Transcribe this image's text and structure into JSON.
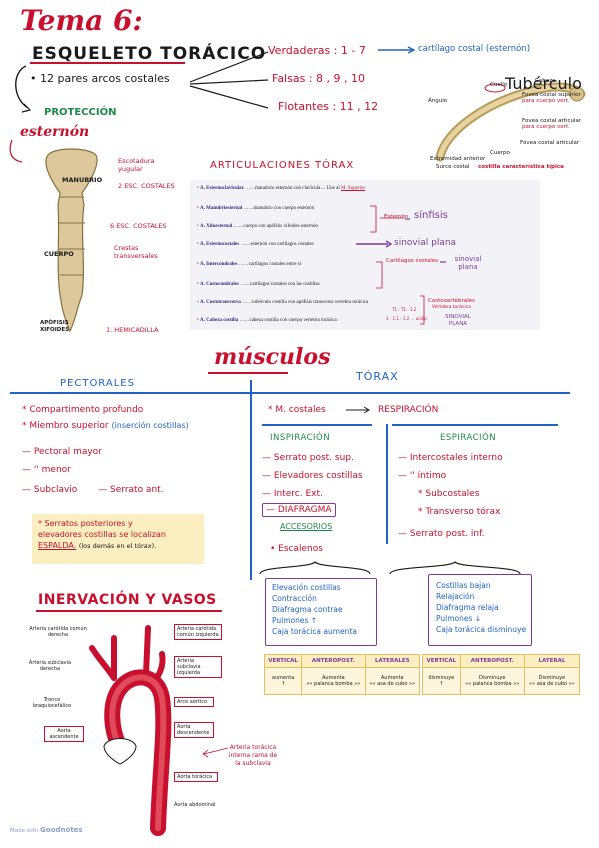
{
  "header": {
    "tema": "Tema 6:",
    "title": "ESQUELETO TORÁCICO",
    "subtitle": "• 12 pares arcos costales",
    "ribs": [
      {
        "label": "Verdaderas : 1 - 7",
        "extra": "cartílago costal (esternón)"
      },
      {
        "label": "Falsas : 8 , 9 , 10",
        "extra": ""
      },
      {
        "label": "Flotantes : 11 , 12",
        "extra": ""
      }
    ],
    "protection": "PROTECCIÓN"
  },
  "rib_figure": {
    "labels": [
      "Tubérculo",
      "Fovea costal superior",
      "para cuerpo vert.",
      "Fovea costal articular",
      "para cuerpo vert.",
      "Ángulo",
      "Cuello",
      "Cabeza",
      "Fovea costal articular",
      "Surco costal",
      "Extremidad anterior",
      "Cuerpo"
    ],
    "caption": "costilla característica típica"
  },
  "sternum": {
    "title": "esternón",
    "labels": {
      "manubrio": "MANUBRIO",
      "escotadura": "Escotadura yugular",
      "esc_costales_2": "2 ESC. COSTALES",
      "esc_costales_6": "6 ESC. COSTALES",
      "crestas": "Crestas transversales",
      "cuerpo": "CUERPO",
      "apofisis": "APÓFISIS XIFOIDES",
      "hemicadilla": "1. HEMICADILLA"
    }
  },
  "articulaciones": {
    "title": "ARTICULACIONES TÓRAX",
    "rows": [
      {
        "name": "A. Esternoclavicular",
        "desc": "……manubrio esternón con clavícula… Une al",
        "note": "M. Superior"
      },
      {
        "name": "A. Manubriesternal",
        "desc": "……manubrio con cuerpo esternón",
        "note": ""
      },
      {
        "name": "A. Xifoesternal",
        "desc": "……cuerpo con apófisis xifoides esternón",
        "note": ""
      },
      {
        "name": "A. Esternocostales",
        "desc": "……esternón con cartílagos costales",
        "note": ""
      },
      {
        "name": "A. Intercondrales",
        "desc": "……cartílagos costales entre sí",
        "note": ""
      },
      {
        "name": "A. Costocondrales",
        "desc": "……cartílagos costales con las costillas",
        "note": ""
      },
      {
        "name": "A. Costotransversa",
        "desc": "……tubérculo costilla con apófisis transversa vertebra torácica",
        "note": ""
      },
      {
        "name": "A. Cabeza costilla",
        "desc": "……cabeza costilla con cuerpo vertebra torácica",
        "note": ""
      }
    ],
    "groups": {
      "esternon": "Esternón",
      "sinfisis": "sínfisis",
      "sinovial_plana": "sinovial plana",
      "cartilagos": "Cartílagos costales",
      "sinovial_plana2": "sinovial plana",
      "costovertebrales": "Costovertebrales",
      "vertebra": "Vértebra torácica",
      "t": "T1 - T1 - 1.2",
      "t2": "1 - 1.1 - 1.2 ... unión",
      "sinovial_plana3": "SINOVIAL PLANA"
    }
  },
  "musculos": {
    "title": "músculos",
    "pectorales": {
      "title": "PECTORALES",
      "items": [
        "* Compartimento profundo",
        "* Miembro superior",
        "(inserción costillas)",
        "— Pectoral mayor",
        "—      ''      menor",
        "— Subclavio",
        "— Serrato ant."
      ]
    },
    "note": {
      "line1": "* Serratos posteriores y",
      "line2": "elevadores costillas se localizan",
      "line3": "ESPALDA.",
      "line4": "(los demás en el tórax)."
    },
    "torax": {
      "title": "TÓRAX",
      "costales": "* M. costales",
      "respiracion": "RESPIRACIÓN",
      "inspiracion": {
        "title": "INSPIRACIÓN",
        "items": [
          "— Serrato post. sup.",
          "— Elevadores costillas",
          "— Interc. Ext.",
          "— DIAFRAGMA"
        ],
        "accesorios": "ACCESORIOS",
        "acc_items": [
          "• Escalenos"
        ]
      },
      "espiracion": {
        "title": "ESPIRACIÓN",
        "items": [
          "— Intercostales interno",
          "—      ''      íntimo",
          "* Subcostales",
          "* Transverso tórax",
          "— Serrato post. inf."
        ]
      },
      "insp_box": [
        "Elevación costillas",
        "Contracción",
        "Diafragma contrae",
        "Pulmones ↑",
        "Caja torácica aumenta"
      ],
      "esp_box": [
        "Costillas bajan",
        "Relajación",
        "Diafragma relaja",
        "Pulmones ↓",
        "Caja torácica disminuye"
      ],
      "insp_table": {
        "head": [
          "VERTICAL",
          "ANTEROPOST.",
          "LATERALES"
        ],
        "body": [
          "aumenta",
          "Aumenta",
          "Aumenta"
        ],
        "body2": [
          "",
          "«« palanca bomba »»",
          "«« asa de cubo »»"
        ]
      },
      "esp_table": {
        "head": [
          "VERTICAL",
          "ANTEROPOST.",
          "LATERAL"
        ],
        "body": [
          "disminuye",
          "Disminuye",
          "Disminuye"
        ],
        "body2": [
          "",
          "«« palanca bomba »»",
          "«« asa de cubo »»"
        ]
      }
    }
  },
  "inervacion": {
    "title": "INERVACIÓN Y VASOS",
    "labels_left": [
      "Arteria carótida común derecha",
      "Arteria subclavia derecha",
      "Tronco braquiocefálico",
      "Aorta ascendente"
    ],
    "labels_right": [
      "Arteria carótida común izquierda",
      "Arteria subclavia izquierda",
      "Arco aórtico",
      "Aorta descendente",
      "Aorta torácica",
      "Aorta abdominal"
    ],
    "note": "Arteria torácica interna rama de la subclavia"
  },
  "footer": {
    "made_with": "Made with",
    "brand": "Goodnotes"
  },
  "colors": {
    "red": "#c8102e",
    "blue": "#1f63c4",
    "green": "#1e8a4a",
    "purple": "#7a3a9a",
    "yellow": "#fbeec1"
  }
}
